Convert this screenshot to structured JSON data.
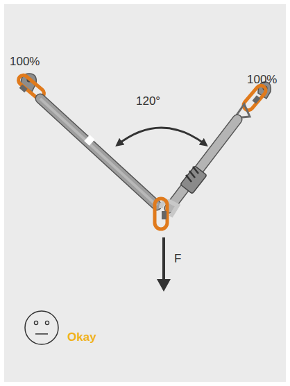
{
  "diagram": {
    "labels": [
      "100%",
      "100%",
      "120°",
      "F",
      "Okay"
    ]
  }
}
